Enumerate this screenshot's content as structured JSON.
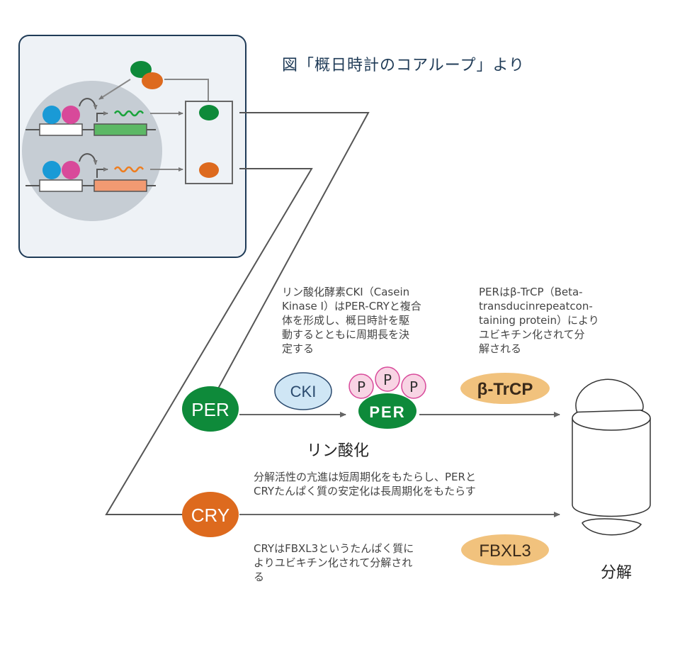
{
  "title": "図「概日時計のコアループ」より",
  "nodes": {
    "per": "PER",
    "cry": "CRY",
    "cki": "CKI",
    "per_complex": "PER",
    "phosphate": "P",
    "beta_trcp": "β-TrCP",
    "fbxl3": "FBXL3"
  },
  "labels": {
    "phosphorylation": "リン酸化",
    "degradation": "分解"
  },
  "notes": {
    "cki_note": "リン酸化酵素CKI（Casein\nKinase I）はPER-CRYと複合\n体を形成し、概日時計を駆\n動するとともに周期長を決\n定する",
    "btrcp_note": "PERはβ-TrCP（Beta-\ntransducinrepeatcon-\ntaining protein）により\nユビキチン化されて分\n解される",
    "stability_note": "分解活性の亢進は短周期化をもたらし、PERと\nCRYたんぱく質の安定化は長周期化をもたらす",
    "fbxl3_note": "CRYはFBXL3というたんぱく質に\nよりユビキチン化されて分解され\nる"
  },
  "colors": {
    "per_green": "#0e8a3a",
    "cry_orange": "#dd6a1e",
    "cki_blue": "#cfe6f5",
    "p_pink": "#f8d4e4",
    "enzyme_tan": "#f1c27d",
    "inset_bg": "#eef2f6",
    "inset_border": "#1f3b57",
    "activator_blue": "#1a9ad6",
    "activator_magenta": "#d8499a"
  }
}
